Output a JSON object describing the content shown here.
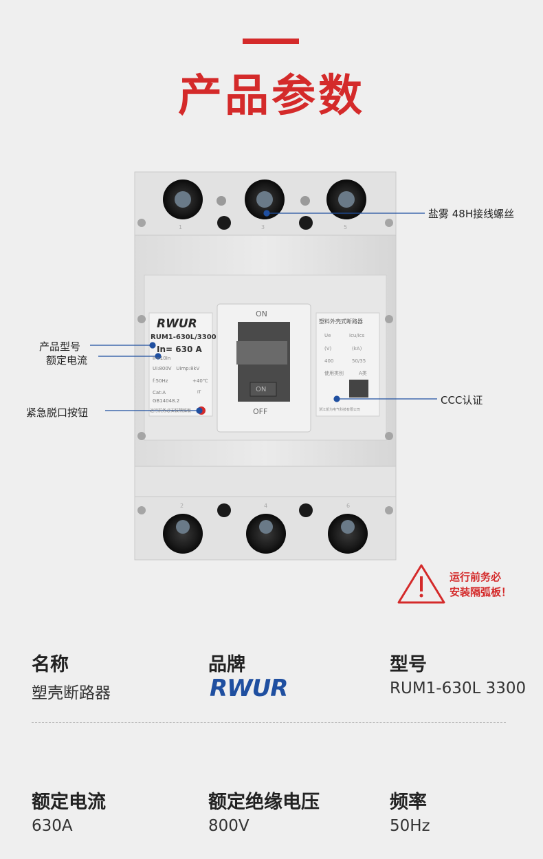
{
  "header": {
    "title": "产品参数"
  },
  "product_image": {
    "brand_logo": "RWUR",
    "model_plate": "RUM1-630L/3300",
    "rated_current_plate": "In= 630 A",
    "plate_line1": "Ir=10In",
    "plate_line2": "Ui:800V   Uimp:8kV",
    "plate_line3": "f:50Hz",
    "plate_temp": "+40℃",
    "plate_cat": "Cat:A",
    "plate_it": "IT",
    "plate_gb": "GB14048.2",
    "plate_warning": "运行前务必安装隔弧板",
    "switch_on_top": "ON",
    "switch_on_handle": "ON",
    "switch_off": "OFF",
    "right_label_title": "塑料外壳式断路器",
    "right_label_ue": "Ue",
    "right_label_icu": "Icu/Ics",
    "right_label_v": "(V)",
    "right_label_ka": "(kA)",
    "right_label_400": "400",
    "right_label_5035": "50/35",
    "right_label_use": "使用类别",
    "right_label_a": "A类",
    "right_label_company": "浙江凯为电气科技有限公司",
    "terminal_top": [
      "1",
      "3",
      "5"
    ],
    "terminal_bottom": [
      "2",
      "4",
      "6"
    ]
  },
  "callouts": {
    "salt_spray": "盐雾 48H接线螺丝",
    "model": "产品型号",
    "rated_current": "额定电流",
    "emergency_trip": "紧急脱口按钮",
    "ccc": "CCC认证"
  },
  "warning": {
    "line1": "运行前务必",
    "line2": "安装隔弧板！"
  },
  "specs": {
    "row1": [
      {
        "label": "名称",
        "value": "塑壳断路器"
      },
      {
        "label": "品牌",
        "value": "RWUR"
      },
      {
        "label": "型号",
        "value": "RUM1-630L 3300"
      }
    ],
    "row2": [
      {
        "label": "额定电流",
        "value": "630A"
      },
      {
        "label": "额定绝缘电压",
        "value": "800V"
      },
      {
        "label": "频率",
        "value": "50Hz"
      }
    ]
  },
  "colors": {
    "accent_red": "#d42a2a",
    "callout_blue": "#1f4fa0",
    "background": "#efefef"
  }
}
